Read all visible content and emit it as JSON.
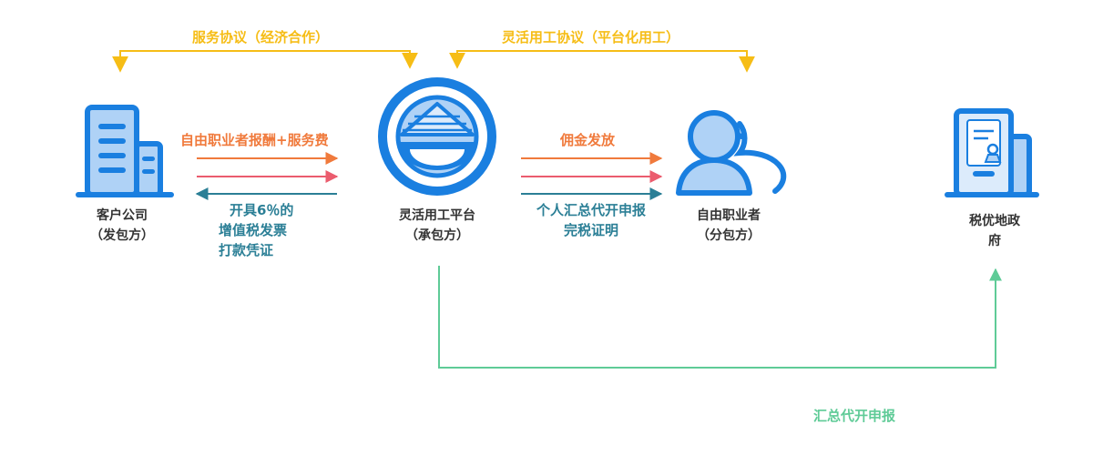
{
  "colors": {
    "blue": "#1A7FE0",
    "blue_light": "#AFD2F6",
    "blue_pale": "#DCEBFB",
    "yellow": "#F6BD16",
    "orange": "#F07A3C",
    "pink": "#EB5C6E",
    "teal": "#2B7F96",
    "green": "#5FCB97"
  },
  "agreements": {
    "service": "服务协议（经济合作）",
    "flexible": "灵活用工协议（平台化用工）"
  },
  "nodes": {
    "company": {
      "name": "客户公司",
      "role": "（发包方）",
      "icon": "office-building-icon"
    },
    "platform": {
      "name": "灵活用工平台",
      "role": "（承包方）",
      "icon": "platform-logo-icon"
    },
    "freelancer": {
      "name": "自由职业者",
      "role": "（分包方）",
      "icon": "people-icon"
    },
    "tax": {
      "line1": "税优地政",
      "line2": "府",
      "icon": "tax-document-icon"
    }
  },
  "flows": {
    "payment": "自由职业者报酬+服务费",
    "invoice_1": "开具6％的",
    "invoice_2": "增值税发票",
    "invoice_3": "打款凭证",
    "commission": "佣金发放",
    "declare_1": "个人汇总代开申报",
    "declare_2": "完税证明",
    "summary": "汇总代开申报"
  }
}
